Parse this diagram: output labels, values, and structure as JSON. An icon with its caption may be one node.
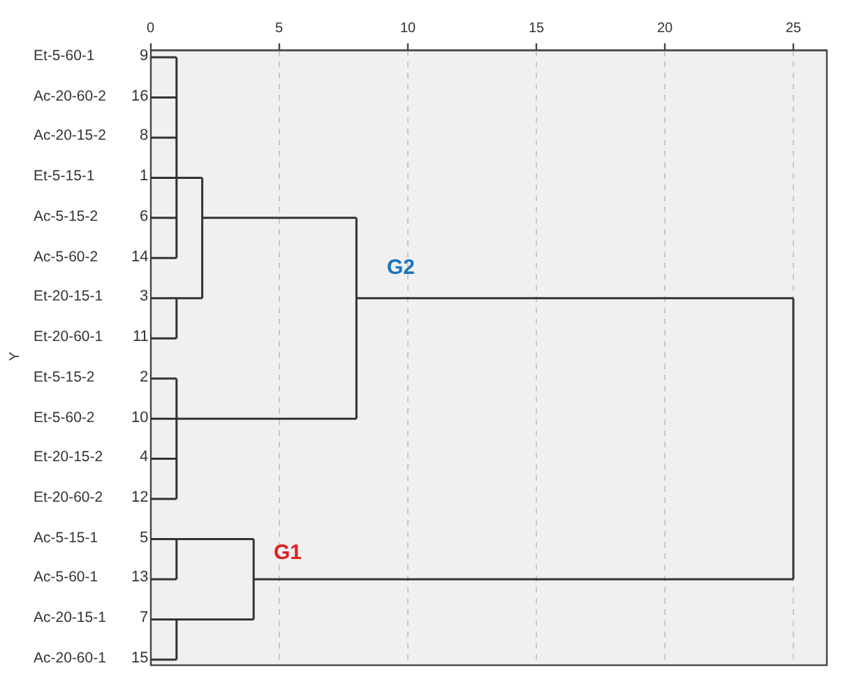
{
  "diagram": {
    "labels": [
      "0",
      "5",
      "10",
      "15",
      "20",
      "25",
      "Et-5-60-1",
      "9",
      "Ac-20-60-2",
      "16",
      "Ac-20-15-2",
      "8",
      "Et-5-15-1",
      "1",
      "Ac-5-15-2",
      "6",
      "Ac-5-60-2",
      "14",
      "Et-20-15-1",
      "3",
      "Et-20-60-1",
      "11",
      "Et-5-15-2",
      "2",
      "Et-5-60-2",
      "10",
      "Et-20-15-2",
      "4",
      "Et-20-60-2",
      "12",
      "Ac-5-15-1",
      "5",
      "Ac-5-60-1",
      "13",
      "Ac-20-15-1",
      "7",
      "Ac-20-60-1",
      "15",
      "Y",
      "G2",
      "G1"
    ]
  }
}
